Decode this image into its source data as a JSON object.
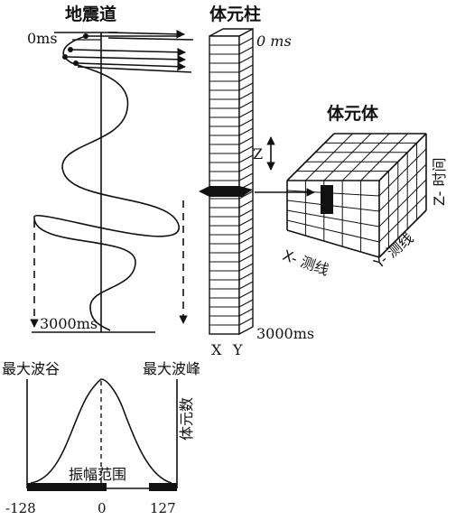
{
  "labels": {
    "seismic_trace": "地震道",
    "cell_column": "体元柱",
    "cell_volume": "体元体",
    "trace_start_time": "0ms",
    "trace_end_time": "3000ms",
    "column_start_time": "0 ms",
    "column_end_time": "3000ms",
    "x_axis_letter": "X",
    "y_axis_letter": "Y",
    "z_axis_letter": "Z",
    "x_line": "X- 测线",
    "y_line": "Y- 测线",
    "z_time": "Z- 时间",
    "max_trough": "最大波谷",
    "max_peak": "最大波峰",
    "cell_count": "体元数",
    "amplitude_range": "振幅范围",
    "tick_min": "-128",
    "tick_zero": "0",
    "tick_max": "127"
  },
  "colors": {
    "ink": "#111111",
    "background": "#ffffff"
  }
}
